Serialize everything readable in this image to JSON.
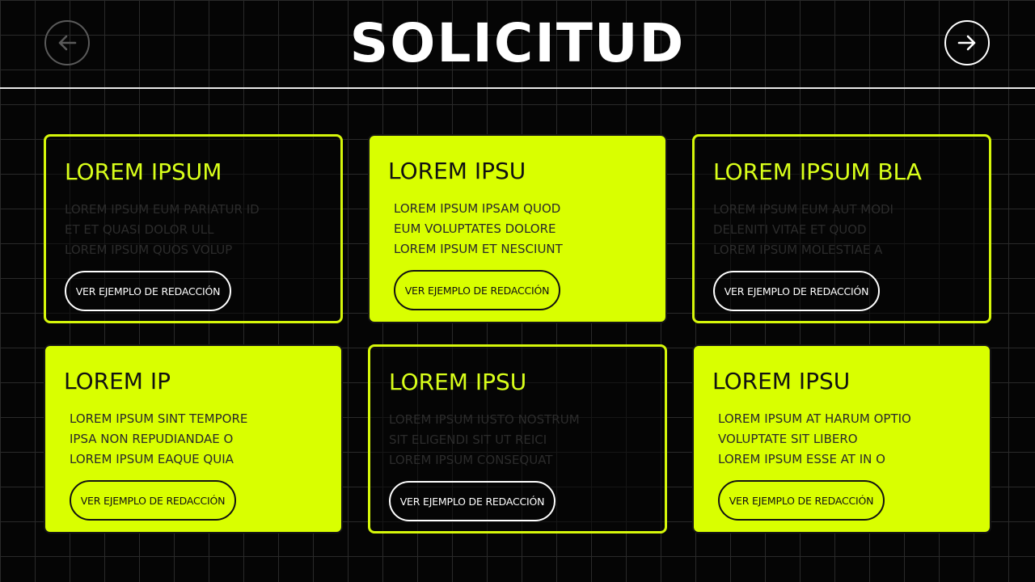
{
  "header": {
    "title": "SOLICITUD",
    "prev_icon": "arrow-left-icon",
    "next_icon": "arrow-right-icon"
  },
  "colors": {
    "accent": "#d9ff00",
    "background": "#050505",
    "text_light": "#ffffff"
  },
  "cards": [
    {
      "style": "outline",
      "title": "LOREM IPSUM",
      "lines": [
        "LOREM IPSUM EUM PARIATUR ID",
        "ET ET QUASI DOLOR ULL",
        "LOREM IPSUM QUOS VOLUP"
      ],
      "button_label": "VER EJEMPLO DE REDACCIÓN"
    },
    {
      "style": "filled",
      "title": "LOREM IPSU",
      "lines": [
        "LOREM IPSUM IPSAM QUOD",
        "EUM VOLUPTATES DOLORE",
        "LOREM IPSUM ET NESCIUNT"
      ],
      "button_label": "VER EJEMPLO DE REDACCIÓN"
    },
    {
      "style": "outline",
      "title": "LOREM IPSUM BLA",
      "lines": [
        "LOREM IPSUM EUM AUT MODI",
        "DELENITI VITAE ET QUOD",
        "LOREM IPSUM MOLESTIAE A"
      ],
      "button_label": "VER EJEMPLO DE REDACCIÓN"
    },
    {
      "style": "filled",
      "title": "LOREM IP",
      "lines": [
        "LOREM IPSUM SINT TEMPORE",
        "IPSA NON REPUDIANDAE O",
        "LOREM IPSUM EAQUE QUIA"
      ],
      "button_label": "VER EJEMPLO DE REDACCIÓN"
    },
    {
      "style": "outline",
      "title": "LOREM IPSU",
      "lines": [
        "LOREM IPSUM IUSTO NOSTRUM",
        "SIT ELIGENDI SIT UT REICI",
        "LOREM IPSUM CONSEQUAT"
      ],
      "button_label": "VER EJEMPLO DE REDACCIÓN"
    },
    {
      "style": "filled",
      "title": "LOREM IPSU",
      "lines": [
        "LOREM IPSUM AT HARUM OPTIO",
        "VOLUPTATE SIT LIBERO",
        "LOREM IPSUM ESSE AT IN O"
      ],
      "button_label": "VER EJEMPLO DE REDACCIÓN"
    }
  ]
}
